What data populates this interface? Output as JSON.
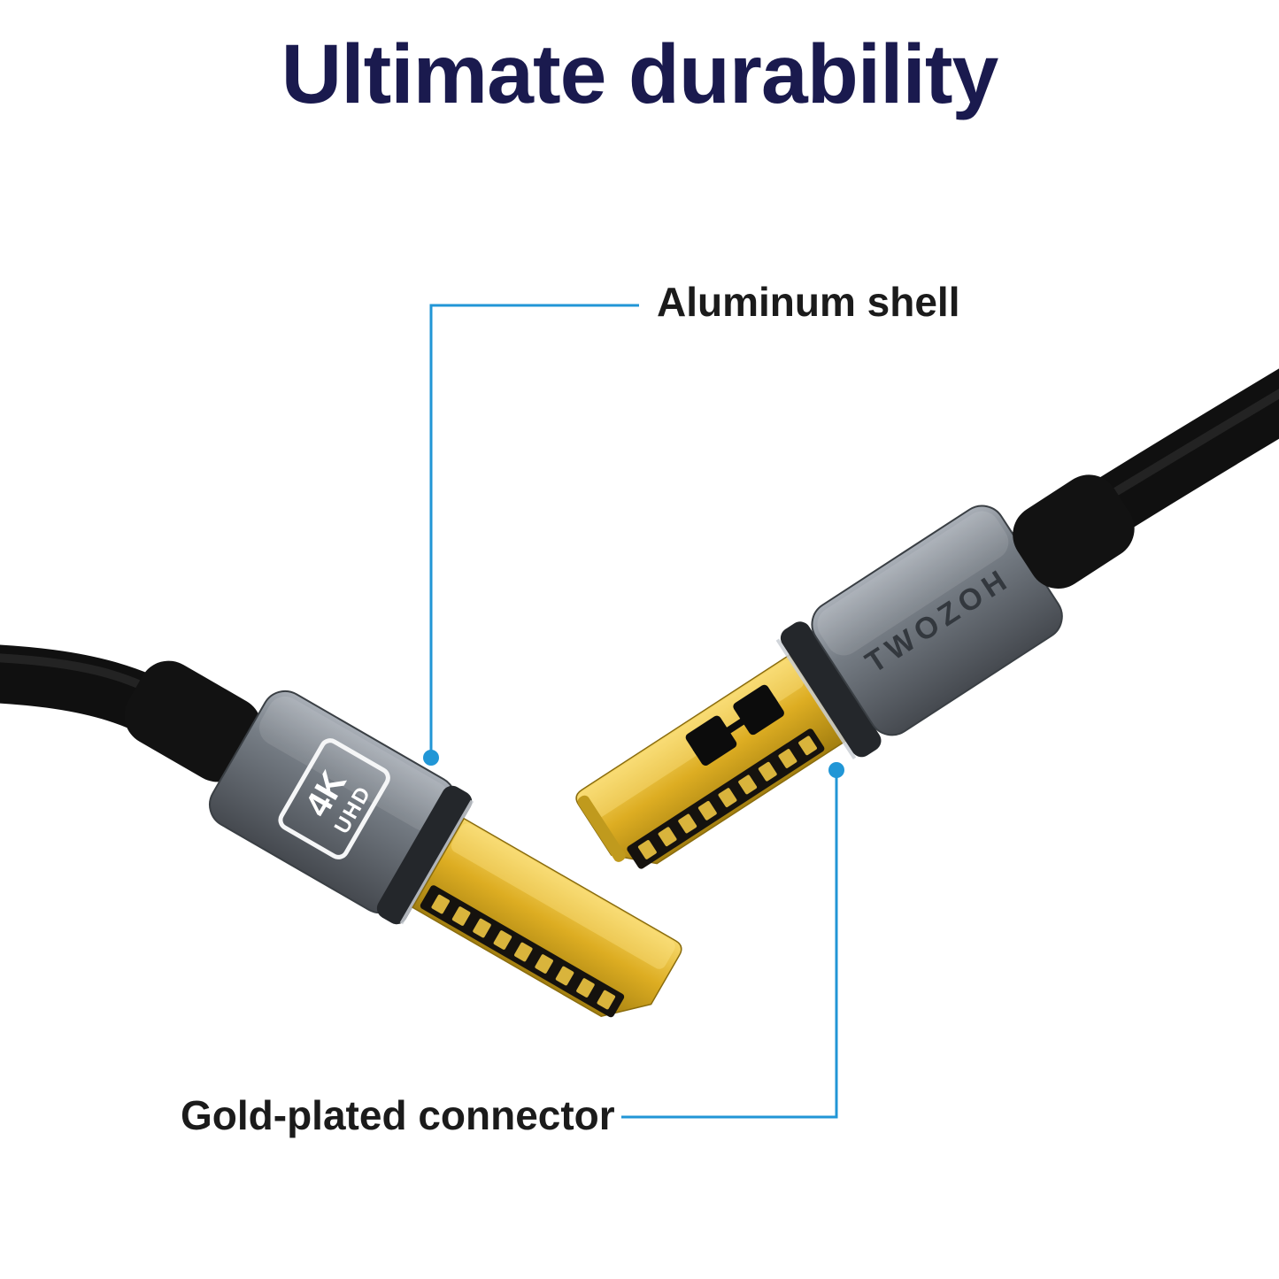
{
  "title": "Ultimate durability",
  "labels": {
    "aluminum_shell": "Aluminum shell",
    "gold_connector": "Gold-plated connector"
  },
  "connector": {
    "brand": "TWOZOH",
    "badge_line1": "4K",
    "badge_line2": "UHD"
  },
  "colors": {
    "title_text": "#1a1a4e",
    "label_text": "#1b1b1b",
    "callout": "#2196d6",
    "shell_gray": "#767d85",
    "gold": "#ddad22",
    "cable_black": "#101010"
  }
}
